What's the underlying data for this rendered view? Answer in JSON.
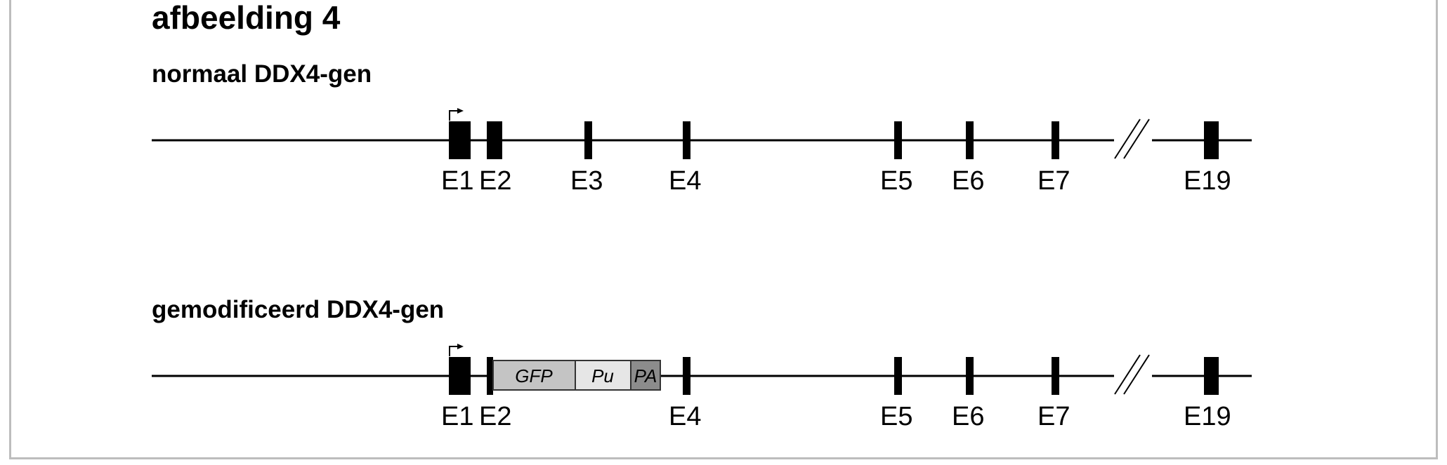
{
  "figure": {
    "title": "afbeelding 4"
  },
  "genes": {
    "normal": {
      "title": "normaal DDX4-gen",
      "exons": [
        "E1",
        "E2",
        "E3",
        "E4",
        "E5",
        "E6",
        "E7",
        "E19"
      ]
    },
    "modified": {
      "title": "gemodificeerd DDX4-gen",
      "exons": [
        "E1",
        "E2",
        "E4",
        "E5",
        "E6",
        "E7",
        "E19"
      ],
      "cassette": [
        "GFP",
        "Pu",
        "PA"
      ]
    }
  },
  "colors": {
    "exon": "#000000",
    "line": "#000000",
    "frame": "#bdbdbd",
    "gfp": "#c4c4c4",
    "pu": "#e6e6e6",
    "pa": "#8c8c8c"
  },
  "icons": {
    "promoter": "promoter-arrow-icon",
    "break": "axis-break-icon"
  }
}
